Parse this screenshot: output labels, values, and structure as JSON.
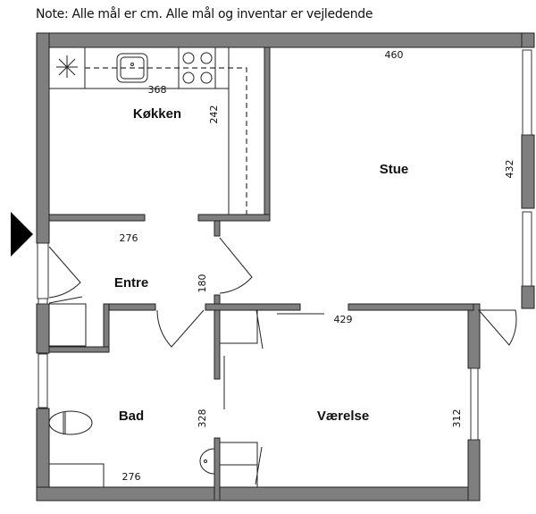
{
  "note": "Note: Alle mål er cm. Alle mål og inventar er vejledende",
  "rooms": {
    "kitchen": {
      "label": "Køkken",
      "width": "368",
      "depth": "242"
    },
    "living": {
      "label": "Stue",
      "width": "460",
      "depth": "432"
    },
    "entry": {
      "label": "Entre",
      "width": "276",
      "depth": "180"
    },
    "bath": {
      "label": "Bad",
      "width": "276",
      "depth": "328"
    },
    "bedroom": {
      "label": "Værelse",
      "width": "429",
      "depth": "312"
    }
  },
  "colors": {
    "wall": "#7f7f7f",
    "line": "#222222"
  }
}
